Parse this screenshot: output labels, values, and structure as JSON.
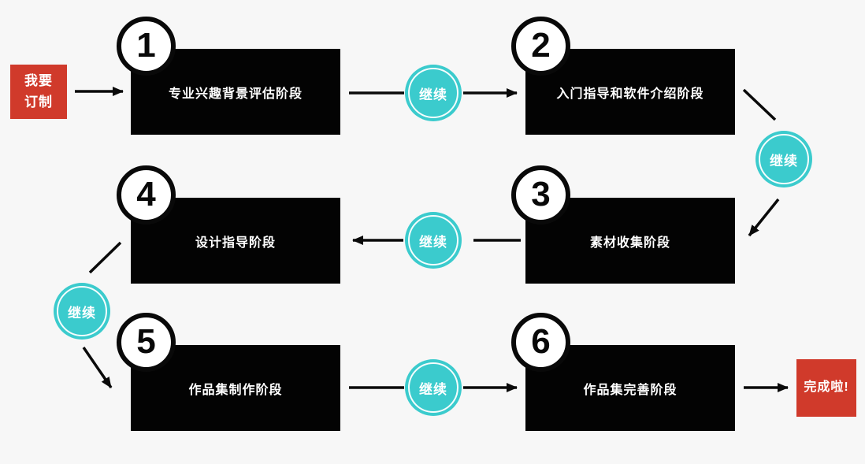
{
  "canvas": {
    "background": "#f7f7f7"
  },
  "colors": {
    "stage_box": "#030303",
    "accent_red": "#d03a2b",
    "accent_teal": "#3bcbcd",
    "text_light": "#ffffff"
  },
  "start": {
    "line1": "我要",
    "line2": "订制"
  },
  "end": {
    "label": "完成啦!"
  },
  "connector": {
    "label": "继续"
  },
  "stages": [
    {
      "num": "1",
      "label": "专业兴趣背景评估阶段"
    },
    {
      "num": "2",
      "label": "入门指导和软件介绍阶段"
    },
    {
      "num": "3",
      "label": "素材收集阶段"
    },
    {
      "num": "4",
      "label": "设计指导阶段"
    },
    {
      "num": "5",
      "label": "作品集制作阶段"
    },
    {
      "num": "6",
      "label": "作品集完善阶段"
    }
  ]
}
